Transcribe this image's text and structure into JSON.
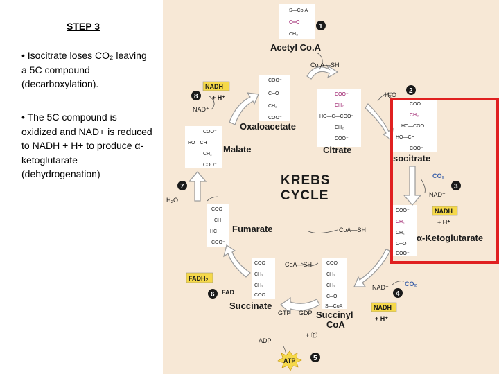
{
  "step_title": "STEP 3",
  "bullets": [
    "• Isocitrate loses CO₂ leaving a 5C compound (decarboxylation).",
    "• The 5C compound is oxidized and NAD+ is reduced to NADH + H+ to produce α-ketoglutarate (dehydrogenation)"
  ],
  "diagram": {
    "cycle_title": [
      "KREBS",
      "CYCLE"
    ],
    "compounds": {
      "acetyl_coa": "Acetyl Co.A",
      "oxaloacetate": "Oxaloacetate",
      "citrate": "Citrate",
      "isocitrate": "socitrate",
      "ketoglutarate": "α-Ketoglutarate",
      "succinyl_coa": [
        "Succinyl",
        "CoA"
      ],
      "succinate": "Succinate",
      "fumarate": "Fumarate",
      "malate": "Malate"
    },
    "cofactors": {
      "coa_sh_1": "Co.A—SH",
      "coa_sh_2": "CoA—SH",
      "coa_sh_3": "CoA—SH",
      "h2o_2": "H₂O",
      "h2o_7": "H₂O",
      "co2_3": "CO₂",
      "co2_4": "CO₂",
      "nad_3": "NAD⁺",
      "nad_4": "NAD⁺",
      "nad_8": "NAD⁺",
      "nadh": "NADH",
      "h_plus": "+ H⁺",
      "fadh2": "FADH₂",
      "fad": "FAD",
      "gtp": "GTP",
      "gdp": "GDP",
      "pi": "+ Ⓟ",
      "adp": "ADP",
      "atp": "ATP"
    },
    "step_numbers": [
      "1",
      "2",
      "3",
      "4",
      "5",
      "6",
      "7",
      "8"
    ],
    "highlight_color": "#e02020",
    "number_color": "#1a1a1a",
    "label_box_color": "#f5d84a",
    "panel_color": "#f7e8d6",
    "structures": {
      "acetyl": [
        "S—Co.A",
        "C═O",
        "CH₃"
      ],
      "oxaloacetate": [
        "COO⁻",
        "C═O",
        "CH₂",
        "COO⁻"
      ],
      "citrate": [
        "COO⁻",
        "CH₂",
        "HO—C—COO⁻",
        "CH₂",
        "COO⁻"
      ],
      "isocitrate": [
        "COO⁻",
        "CH₂",
        "HC—COO⁻",
        "HO—CH",
        "COO⁻"
      ],
      "ketoglutarate": [
        "COO⁻",
        "CH₂",
        "CH₂",
        "C═O",
        "COO⁻"
      ],
      "succinyl": [
        "COO⁻",
        "CH₂",
        "CH₂",
        "C═O",
        "S—CoA"
      ],
      "succinate": [
        "COO⁻",
        "CH₂",
        "CH₂",
        "COO⁻"
      ],
      "fumarate": [
        "COO⁻",
        "CH",
        "HC",
        "COO⁻"
      ],
      "malate": [
        "COO⁻",
        "HO—CH",
        "CH₂",
        "COO⁻"
      ]
    }
  }
}
